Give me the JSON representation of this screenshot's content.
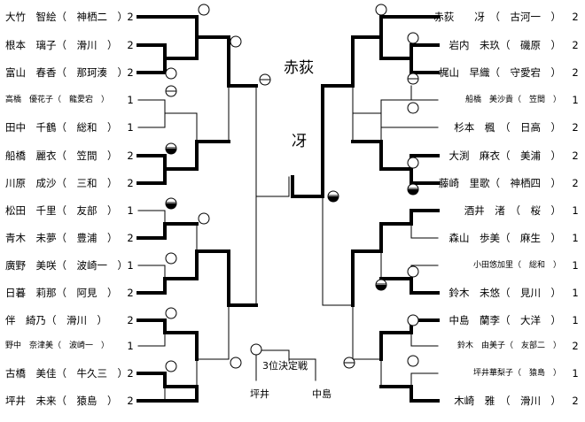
{
  "champion": [
    "赤荻",
    "冴"
  ],
  "third_place": {
    "title": "3位決定戦",
    "left": "坪井",
    "right": "中島"
  },
  "left": [
    {
      "name": "大竹　智絵（　神栖二　）",
      "score": "2",
      "small": false
    },
    {
      "name": "根本　璃子（　滑川　）",
      "score": "2",
      "small": false
    },
    {
      "name": "富山　春香（　那珂湊　）",
      "score": "2",
      "small": false
    },
    {
      "name": "高橋　優花子（　龍愛宕　）",
      "score": "1",
      "small": true
    },
    {
      "name": "田中　千鶴（　総和　）",
      "score": "1",
      "small": false
    },
    {
      "name": "船橋　麗衣（　笠間　）",
      "score": "2",
      "small": false
    },
    {
      "name": "川原　成沙（　三和　）",
      "score": "2",
      "small": false
    },
    {
      "name": "松田　千里（　友部　）",
      "score": "1",
      "small": false
    },
    {
      "name": "青木　未夢（　豊浦　）",
      "score": "2",
      "small": false
    },
    {
      "name": "廣野　美咲（　波崎一　）",
      "score": "1",
      "small": false
    },
    {
      "name": "日暮　莉那（　阿見　）",
      "score": "2",
      "small": false
    },
    {
      "name": "伴　綺乃（　滑川　）",
      "score": "2",
      "small": false
    },
    {
      "name": "野中　奈津美（　波崎一　）",
      "score": "1",
      "small": true
    },
    {
      "name": "古橋　美佳（　牛久三　）",
      "score": "2",
      "small": false
    },
    {
      "name": "坪井　未来（　猿島　）",
      "score": "2",
      "small": false
    }
  ],
  "right": [
    {
      "name": "赤荻　　冴　（　古河一　）",
      "score": "2",
      "small": false
    },
    {
      "name": "岩内　未玖（　磯原　）",
      "score": "2",
      "small": false
    },
    {
      "name": "梶山　早織（　守愛宕　）",
      "score": "2",
      "small": false
    },
    {
      "name": "船橋　美沙貴（　笠間　）",
      "score": "1",
      "small": true
    },
    {
      "name": "杉本　楓　（　日高　）",
      "score": "2",
      "small": false
    },
    {
      "name": "大渕　麻衣（　美浦　）",
      "score": "2",
      "small": false
    },
    {
      "name": "藤崎　里歌（　神栖四　）",
      "score": "2",
      "small": false
    },
    {
      "name": "酒井　渚　（　桜　）",
      "score": "1",
      "small": false
    },
    {
      "name": "森山　歩美（　麻生　）",
      "score": "1",
      "small": false
    },
    {
      "name": "小田悠加里（　総和　）",
      "score": "1",
      "small": true
    },
    {
      "name": "鈴木　未悠（　見川　）",
      "score": "1",
      "small": false
    },
    {
      "name": "中島　蘭李（　大洋　）",
      "score": "1",
      "small": false
    },
    {
      "name": "鈴木　由美子（　友部二　）",
      "score": "2",
      "small": true
    },
    {
      "name": "坪井華梨子（　猿島　）",
      "score": "1",
      "small": true
    },
    {
      "name": "木崎　雅　（　滑川　）",
      "score": "2",
      "small": false
    }
  ]
}
